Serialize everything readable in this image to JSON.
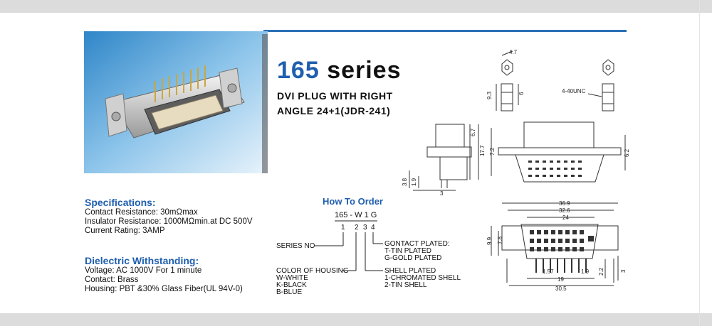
{
  "header": {
    "series_number": "165",
    "series_word": "series"
  },
  "product": {
    "line1": "DVI PLUG WITH RIGHT",
    "line2": "ANGLE 24+1(JDR-241)"
  },
  "specifications": {
    "heading": "Specifications:",
    "lines": [
      "Contact Resistance: 30mΩmax",
      "Insulator Resistance: 1000MΩmin.at DC 500V",
      "Current Rating: 3AMP"
    ]
  },
  "dielectric": {
    "heading": "Dielectric Withstanding:",
    "lines": [
      "Voltage: AC 1000V For 1 minute",
      "Contact: Brass",
      "Housing: PBT &30% Glass Fiber(UL 94V-0)"
    ]
  },
  "how_to_order": {
    "heading": "How To Order",
    "code": "165 - W 1 G",
    "digits": [
      "1",
      "2",
      "3",
      "4"
    ],
    "series_no": "SERIES NO",
    "housing": [
      "COLOR OF HOUSING",
      "W-WHITE",
      "K-BLACK",
      "B-BLUE"
    ],
    "contact": [
      "GONTACT PLATED:",
      "T-TIN PLATED",
      "G-GOLD PLATED"
    ],
    "shell": [
      "SHELL PLATED",
      "1-CHROMATED SHELL",
      "2-TIN SHELL"
    ]
  },
  "dimensions": {
    "d4_7": "4.7",
    "d9_3": "9.3",
    "d6": "6",
    "unc": "4-40UNC",
    "d6_7": "6.7",
    "d17_7": "17.7",
    "d3_8": "3.8",
    "d1_9a": "1.9",
    "d3a": "3",
    "d7_2": "7.2",
    "d6_2": "6.2",
    "d36_9": "36.9",
    "d32_6": "32.6",
    "d24": "24",
    "d9_9": "9.9",
    "d7_8": "7.8",
    "d1_57": "1.57",
    "d1_9b": "1.9",
    "d19": "19",
    "d30_5": "30.5",
    "d2_2": "2.2",
    "d3b": "3"
  }
}
